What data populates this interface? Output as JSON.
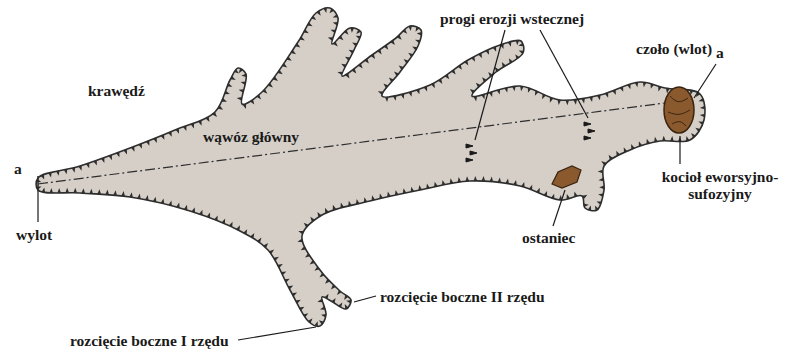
{
  "diagram": {
    "labels": [
      "progi erozji wstecznej",
      "czoło (wlot)",
      "a",
      "krawędź",
      "wąwóz główny",
      "a",
      "wylot",
      "kocioł eworsyjno-sufozyjny",
      "ostaniec",
      "rozcięcie boczne II rzędu",
      "rozcięcie boczne I rzędu"
    ]
  }
}
